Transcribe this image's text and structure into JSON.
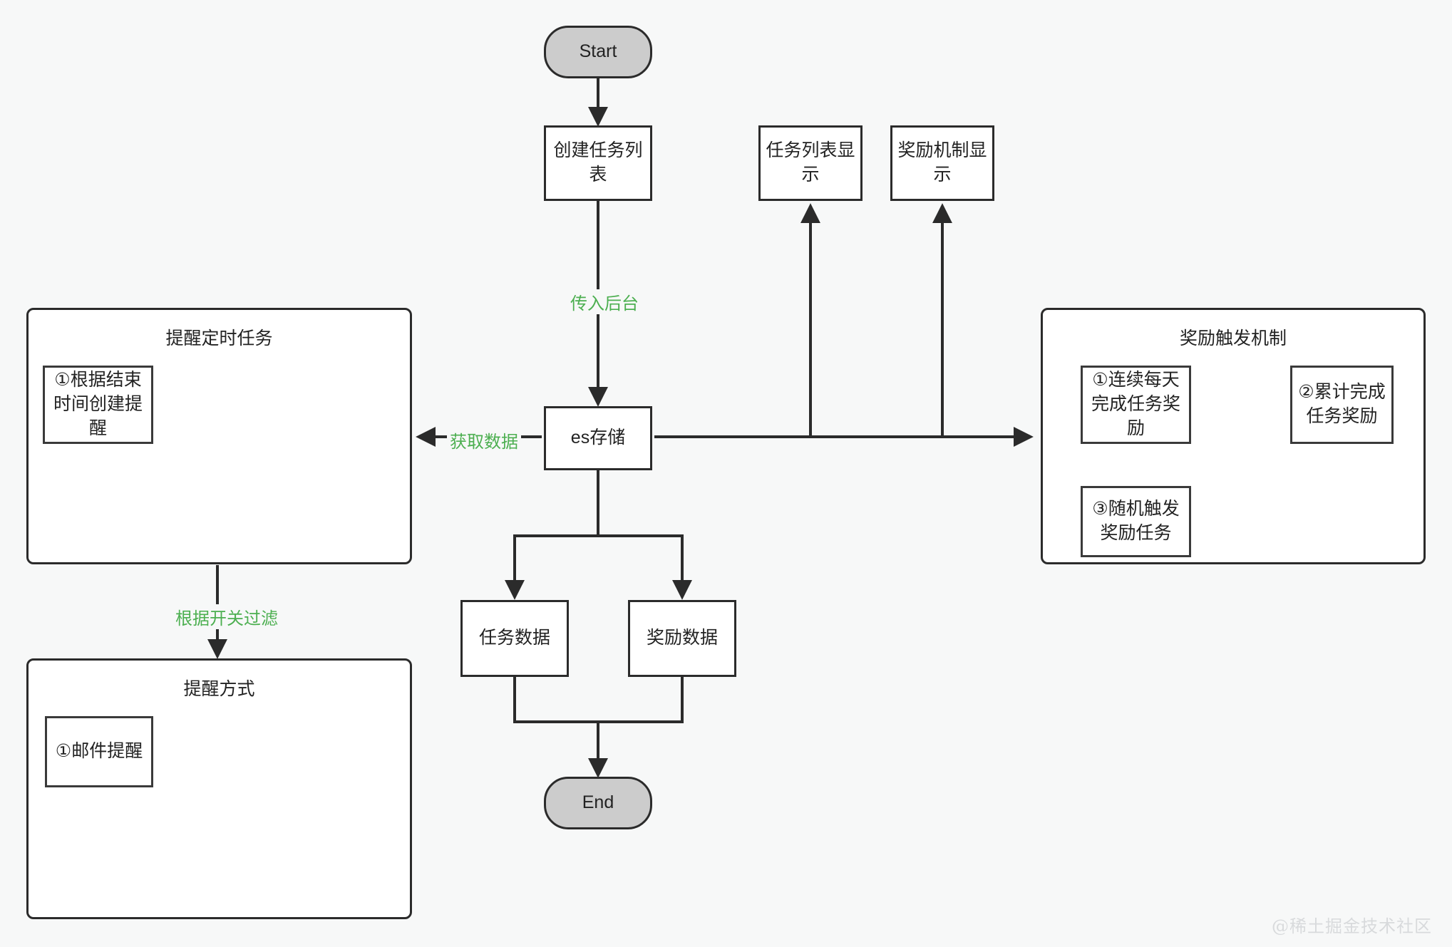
{
  "diagram": {
    "title_watermark": "@稀土掘金技术社区",
    "accent_label_color": "#4caf50",
    "terminator_fill": "#cccccc",
    "node_stroke": "#2b2b2b",
    "canvas_background": "#f7f8f8"
  },
  "nodes": {
    "start": {
      "label": "Start",
      "shape": "terminator"
    },
    "create_task_list": {
      "label": "创建任务列表",
      "shape": "process"
    },
    "task_list_display": {
      "label": "任务列表显示",
      "shape": "process"
    },
    "reward_mechanism_display": {
      "label": "奖励机制显示",
      "shape": "process"
    },
    "es_storage": {
      "label": "es存储",
      "shape": "process"
    },
    "task_data": {
      "label": "任务数据",
      "shape": "process"
    },
    "reward_data": {
      "label": "奖励数据",
      "shape": "process"
    },
    "end": {
      "label": "End",
      "shape": "terminator"
    }
  },
  "groups": {
    "reminder_scheduled_task": {
      "title": "提醒定时任务",
      "items": [
        {
          "label": "①根据结束时间创建提醒"
        }
      ]
    },
    "reminder_method": {
      "title": "提醒方式",
      "items": [
        {
          "label": "①邮件提醒"
        }
      ]
    },
    "reward_trigger_mechanism": {
      "title": "奖励触发机制",
      "items": [
        {
          "label": "①连续每天完成任务奖励"
        },
        {
          "label": "②累计完成任务奖励"
        },
        {
          "label": "③随机触发奖励任务"
        }
      ]
    }
  },
  "edge_labels": {
    "pass_to_backend": "传入后台",
    "fetch_data": "获取数据",
    "filter_by_switch": "根据开关过滤"
  }
}
